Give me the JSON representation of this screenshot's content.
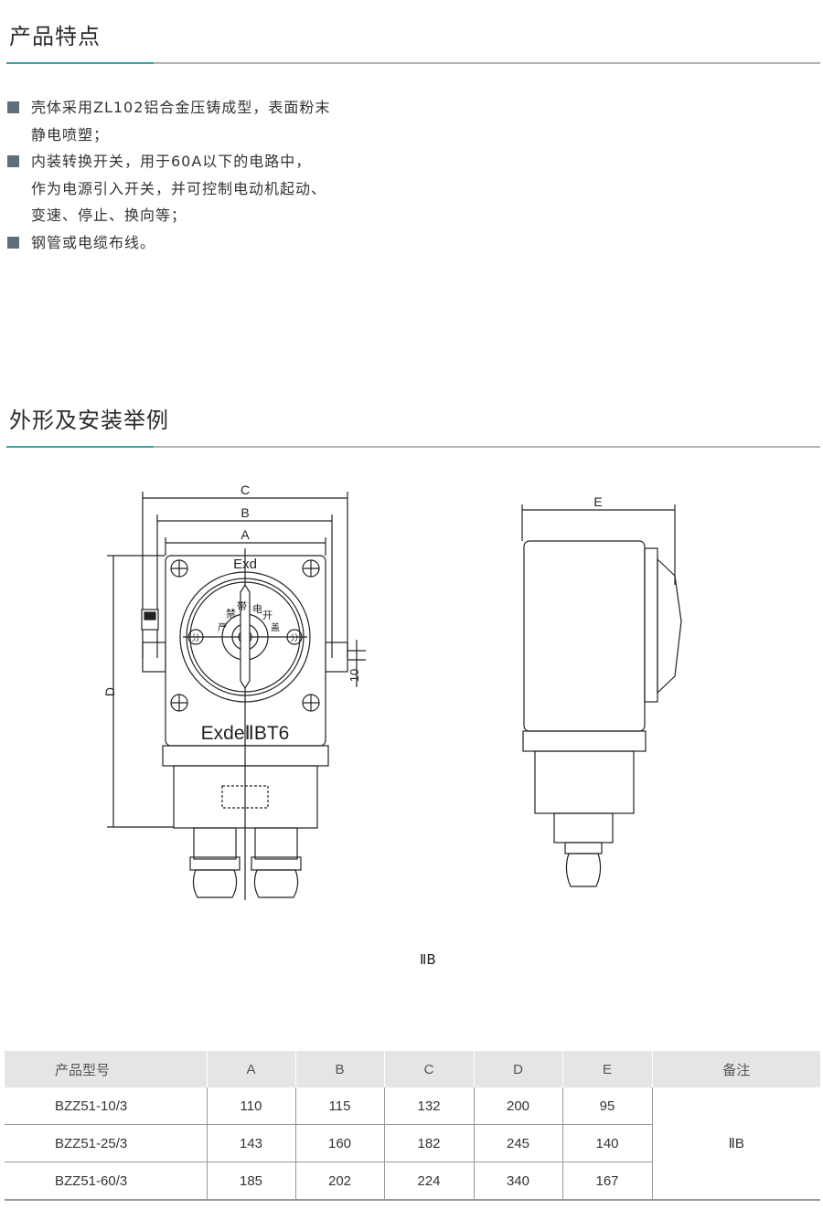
{
  "features": {
    "title": "产品特点",
    "items": [
      {
        "lines": [
          "壳体采用ZL102铝合金压铸成型，表面粉末",
          "静电喷塑；"
        ]
      },
      {
        "lines": [
          "内装转换开关，用于60A以下的电路中，",
          "作为电源引入开关，并可控制电动机起动、",
          "变速、停止、换向等；"
        ]
      },
      {
        "lines": [
          "钢管或电缆布线。"
        ]
      }
    ]
  },
  "outline": {
    "title": "外形及安装举例",
    "labels": {
      "a": "A",
      "b": "B",
      "c": "C",
      "d": "D",
      "e": "E",
      "ten": "10",
      "exd": "Exd",
      "marking": "ExdeⅡBT6",
      "warning": [
        "严",
        "禁",
        "带",
        "电",
        "开",
        "盖"
      ],
      "fen": "分"
    },
    "caption": "ⅡB"
  },
  "table": {
    "headers": [
      "产品型号",
      "A",
      "B",
      "C",
      "D",
      "E",
      "备注"
    ],
    "rows": [
      [
        "BZZ51-10/3",
        "110",
        "115",
        "132",
        "200",
        "95"
      ],
      [
        "BZZ51-25/3",
        "143",
        "160",
        "182",
        "245",
        "140"
      ],
      [
        "BZZ51-60/3",
        "185",
        "202",
        "224",
        "340",
        "167"
      ]
    ],
    "note": "ⅡB"
  }
}
